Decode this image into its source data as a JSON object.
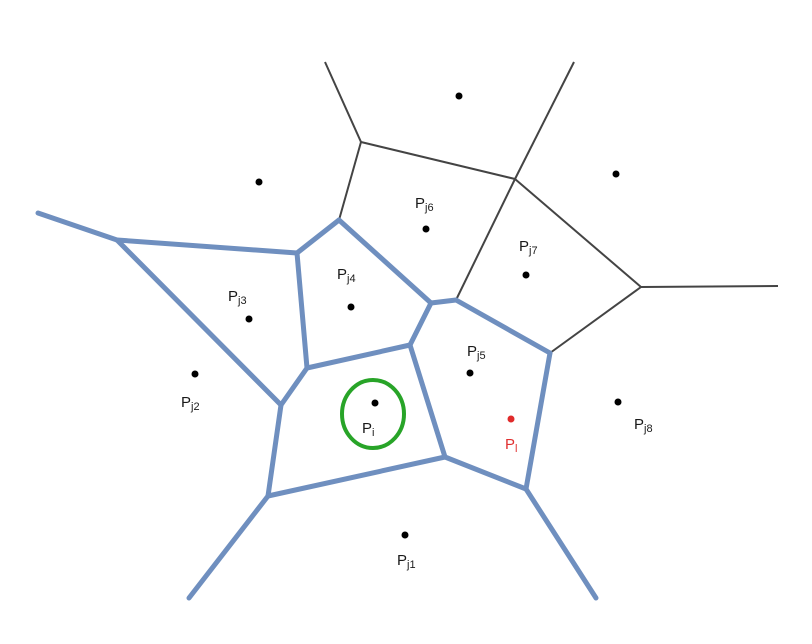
{
  "colors": {
    "background": "#ffffff",
    "thin_edge": "#444444",
    "thick_edge": "#6f8fbf",
    "point": "#000000",
    "highlight_point": "#e02a2a",
    "circle": "#28a428"
  },
  "labels": {
    "pi": {
      "main": "P",
      "sub": "i"
    },
    "pl": {
      "main": "P",
      "sub": "l"
    },
    "pj1": {
      "main": "P",
      "sub": "j1"
    },
    "pj2": {
      "main": "P",
      "sub": "j2"
    },
    "pj3": {
      "main": "P",
      "sub": "j3"
    },
    "pj4": {
      "main": "P",
      "sub": "j4"
    },
    "pj5": {
      "main": "P",
      "sub": "j5"
    },
    "pj6": {
      "main": "P",
      "sub": "j6"
    },
    "pj7": {
      "main": "P",
      "sub": "j7"
    },
    "pj8": {
      "main": "P",
      "sub": "j8"
    }
  }
}
